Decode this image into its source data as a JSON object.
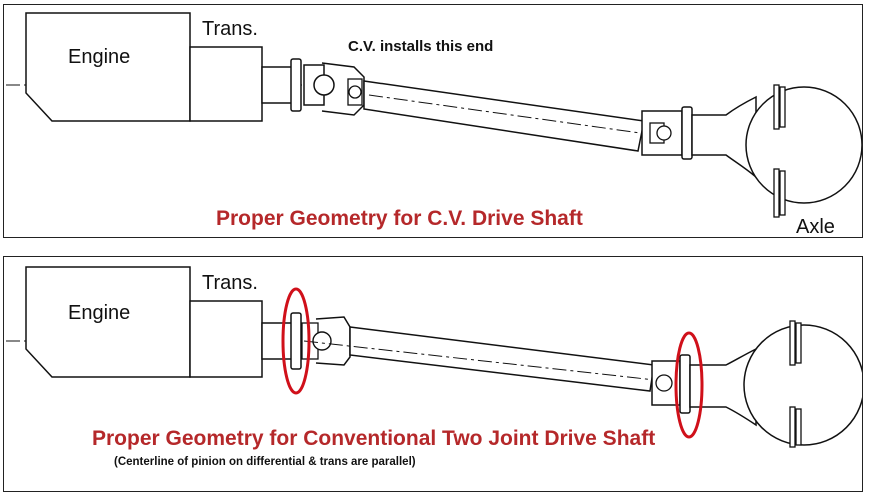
{
  "top_panel": {
    "engine_label": "Engine",
    "trans_label": "Trans.",
    "cv_note": "C.V. installs this end",
    "caption": "Proper Geometry for C.V. Drive Shaft",
    "axle_label": "Axle"
  },
  "bottom_panel": {
    "engine_label": "Engine",
    "trans_label": "Trans.",
    "caption": "Proper Geometry for Conventional Two Joint Drive Shaft",
    "subcaption": "(Centerline of pinion on differential & trans are parallel)"
  },
  "colors": {
    "caption": "#b5282a",
    "note": "#2a1f7a",
    "highlight": "#d0101a",
    "line": "#111111"
  }
}
